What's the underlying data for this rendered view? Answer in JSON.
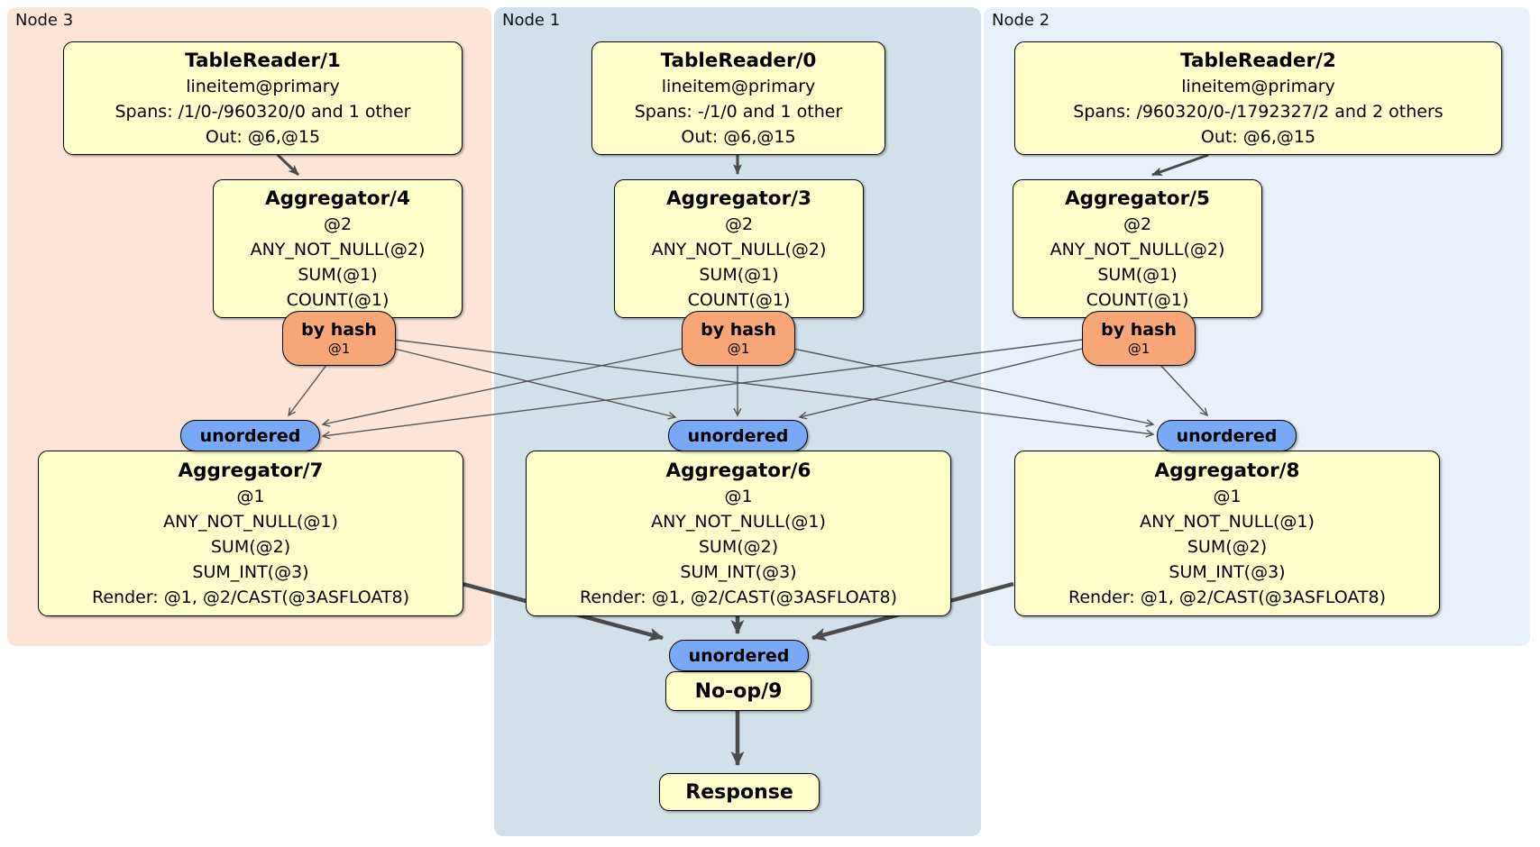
{
  "regions": [
    {
      "label": "Node 3",
      "color": "#FCE4D6"
    },
    {
      "label": "Node 1",
      "color": "#D2E0E9"
    },
    {
      "label": "Node 2",
      "color": "#EAF0F9"
    }
  ],
  "processors": {
    "tablereader1": {
      "title": "TableReader/1",
      "lines": [
        "lineitem@primary",
        "Spans: /1/0-/960320/0 and 1 other",
        "Out: @6,@15"
      ]
    },
    "tablereader0": {
      "title": "TableReader/0",
      "lines": [
        "lineitem@primary",
        "Spans: -/1/0 and 1 other",
        "Out: @6,@15"
      ]
    },
    "tablereader2": {
      "title": "TableReader/2",
      "lines": [
        "lineitem@primary",
        "Spans: /960320/0-/1792327/2 and 2 others",
        "Out: @6,@15"
      ]
    },
    "aggregator4": {
      "title": "Aggregator/4",
      "lines": [
        "@2",
        "ANY_NOT_NULL(@2)",
        "SUM(@1)",
        "COUNT(@1)"
      ]
    },
    "aggregator3": {
      "title": "Aggregator/3",
      "lines": [
        "@2",
        "ANY_NOT_NULL(@2)",
        "SUM(@1)",
        "COUNT(@1)"
      ]
    },
    "aggregator5": {
      "title": "Aggregator/5",
      "lines": [
        "@2",
        "ANY_NOT_NULL(@2)",
        "SUM(@1)",
        "COUNT(@1)"
      ]
    },
    "aggregator7": {
      "title": "Aggregator/7",
      "lines": [
        "@1",
        "ANY_NOT_NULL(@1)",
        "SUM(@2)",
        "SUM_INT(@3)",
        "Render: @1, @2/CAST(@3ASFLOAT8)"
      ]
    },
    "aggregator6": {
      "title": "Aggregator/6",
      "lines": [
        "@1",
        "ANY_NOT_NULL(@1)",
        "SUM(@2)",
        "SUM_INT(@3)",
        "Render: @1, @2/CAST(@3ASFLOAT8)"
      ]
    },
    "aggregator8": {
      "title": "Aggregator/8",
      "lines": [
        "@1",
        "ANY_NOT_NULL(@1)",
        "SUM(@2)",
        "SUM_INT(@3)",
        "Render: @1, @2/CAST(@3ASFLOAT8)"
      ]
    },
    "noop9": {
      "title": "No-op/9"
    },
    "response": {
      "title": "Response"
    }
  },
  "router": {
    "label": "by hash",
    "detail": "@1"
  },
  "sync": {
    "label": "unordered"
  },
  "colors": {
    "region_node3": "#FCE4D6",
    "region_node1": "#D2E0E9",
    "region_node2": "#EAF0F9",
    "processor_fill": "#FFFFCC",
    "router_fill": "#F7A677",
    "sync_fill": "#79A8F4",
    "edge_thick": "#4A4A4A",
    "edge_thin": "#555555"
  }
}
